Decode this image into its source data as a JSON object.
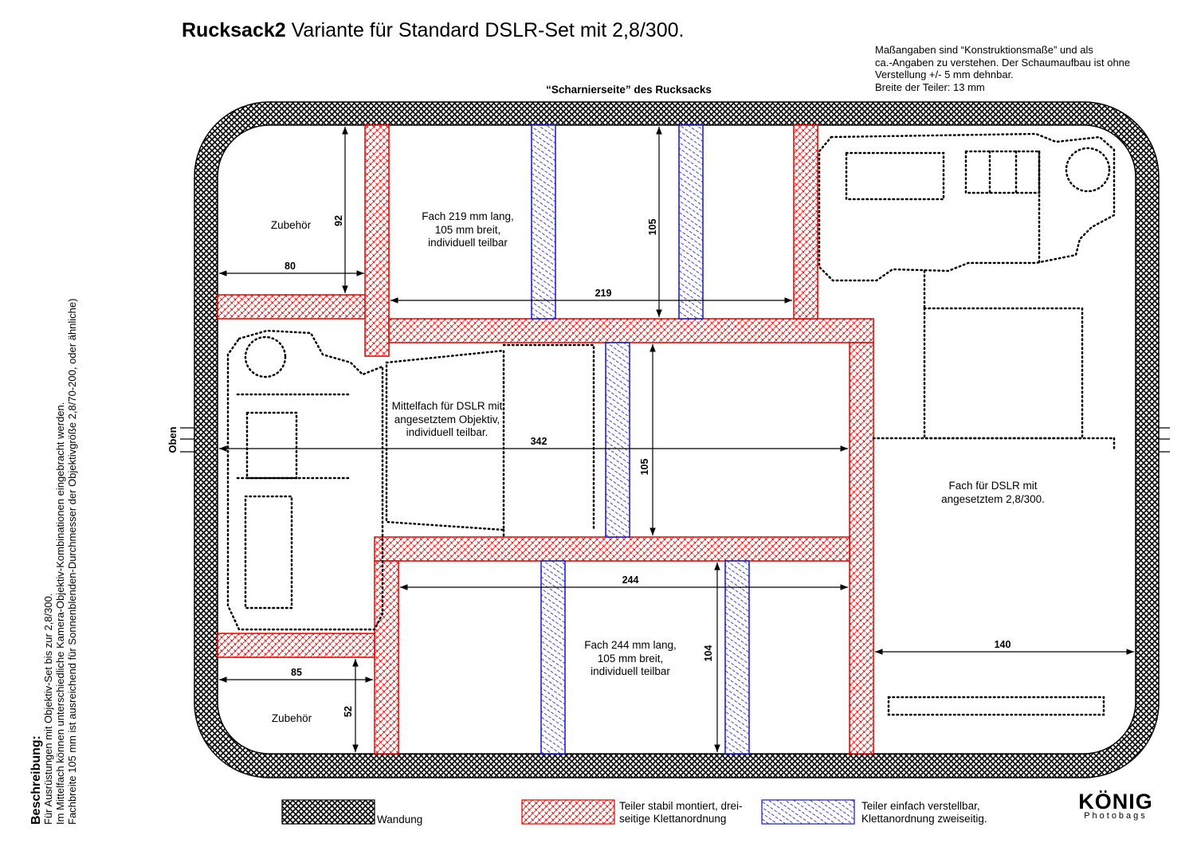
{
  "title": {
    "bold": "Rucksack2",
    "rest": " Variante für Standard DSLR-Set mit 2,8/300."
  },
  "note": [
    "Maßangaben sind “Konstruktionsmaße” und als",
    "ca.-Angaben zu verstehen. Der Schaumaufbau ist ohne",
    "Verstellung +/- 5 mm dehnbar.",
    "Breite der Teiler: 13 mm"
  ],
  "hinge_label": "“Scharnierseite” des Rucksacks",
  "top_side_label": "Oben",
  "description": {
    "heading": "Beschreibung:",
    "lines": [
      "Für Ausrüstungen mit Objektiv-Set bis zur 2,8/300.",
      "Im Mittelfach können unterschiedliche Kamera-Objektiv-Kombinationen eingebracht werden.",
      "Fachbreite 105 mm ist ausreichend für Sonnenblenden-Durchmesser der Objektivgröße 2,8/70-200, oder ähnliche)"
    ]
  },
  "compartments": {
    "accessory_top": "Zubehör",
    "accessory_bottom": "Zubehör",
    "top_fach": [
      "Fach 219 mm lang,",
      "105 mm breit,",
      "individuell teilbar"
    ],
    "middle": [
      "Mittelfach für DSLR mit",
      "angesetztem Objektiv,",
      "individuell teilbar."
    ],
    "right": [
      "Fach für DSLR mit",
      "angesetztem 2,8/300."
    ],
    "bottom_fach": [
      "Fach 244 mm lang,",
      "105 mm breit,",
      "individuell teilbar"
    ]
  },
  "dimensions": {
    "d80": "80",
    "d92": "92",
    "d219": "219",
    "d105_top": "105",
    "d342": "342",
    "d105_mid": "105",
    "d244": "244",
    "d104": "104",
    "d85": "85",
    "d52": "52",
    "d140": "140"
  },
  "legend": {
    "wall": "Wandung",
    "fixed": [
      "Teiler stabil montiert, drei-",
      "seitige Klettanordnung"
    ],
    "adjustable": [
      "Teiler einfach verstellbar,",
      "Klettanordnung zweiseitig."
    ]
  },
  "colors": {
    "fixed_divider": "#e30000",
    "adjustable_divider": "#1414c8",
    "wall": "#000000"
  },
  "logo": {
    "brand": "KÖNIG",
    "sub": "Photobags"
  }
}
